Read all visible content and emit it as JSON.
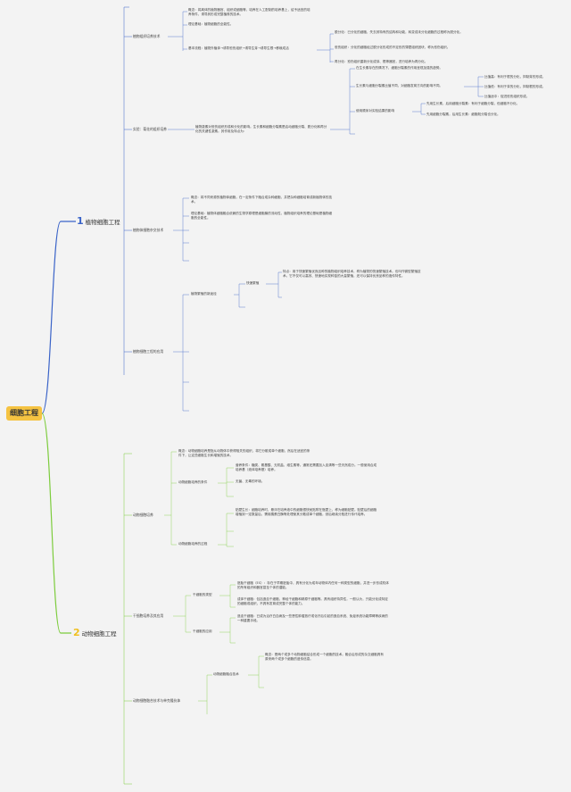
{
  "root": "细胞工程",
  "b1": {
    "num": "1",
    "label": "植物细胞工程",
    "color": "#3a63c8"
  },
  "b2": {
    "num": "2",
    "label": "动物细胞工程",
    "color": "#f0c020"
  },
  "n1_1": "植物组织培养技术",
  "n1_1a": "概念：将离体的植物器官、组织或细胞等，培养在人工配制的培养基上，给予适宜的培养条件，诱导其形成完整植株的技术。",
  "n1_1b": "理论基础：植物细胞的全能性。",
  "n1_1c": "基本流程：植物外植体→诱导愈伤组织→诱导生芽→诱导生根→移栽成活",
  "n1_1c1": "脱分化：已分化的细胞，失去其特有的结构和功能，转变成未分化细胞的过程称为脱分化。",
  "n1_1c2": "愈伤组织：分化的细胞经过脱分化形成的不定形的薄壁组织团块，称为愈伤组织。",
  "n1_1c3": "再分化：愈伤组织重新分化成芽、根等器官，进行培养为再分化。",
  "n1_2": "实验：菊花的组织培养",
  "n1_2a": "植物激素对愈伤组织形成和分化的影响。生长素和细胞分裂素是启动细胞分裂、脱分化和再分化的关键性激素。其作用及特点为：",
  "n1_2a1": "在生长素存在的情况下，细胞分裂素的作用呈现加强的趋势。",
  "n1_2a2": "生长素与细胞分裂素比值不同，对细胞发育方向的影响不同。",
  "n1_2a2a": "比值高：有利于根的分化，抑制芽的形成。",
  "n1_2a2b": "比值低：有利于芽的分化，抑制根的形成。",
  "n1_2a2c": "比值适中：促进愈伤组织形成。",
  "n1_2a3": "使用顺序对实验结果的影响",
  "n1_2a3a": "先用生长素，后用细胞分裂素：有利于细胞分裂，但细胞不分化。",
  "n1_2a3b": "先用细胞分裂素，后用生长素：细胞既分裂也分化。",
  "n1_3": "植物体细胞杂交技术",
  "n1_3a": "概念：将不同来源的植物体细胞，在一定条件下融合成杂种细胞，并把杂种细胞培育成新植物体的技术。",
  "n1_3b": "理论基础：植物体细胞融合依赖的生物学原理是细胞膜的流动性，植物组织培养的理论基础是植物细胞的全能性。",
  "n1_4": "植物细胞工程的应用",
  "n1_4a": "植物繁殖的新途径",
  "n1_4a1": "快速繁殖",
  "n1_4a1a": "特点：用于快速繁殖优良品种的植物组织培养技术，称为植物的快速繁殖技术。也叫作微型繁殖技术。它不仅可以高效、快速地实现种苗的大量繁殖，还可以保持优良品种的遗传特性。",
  "n2_1": "动物细胞培养",
  "n2_1a": "概念：动物细胞培养是指从动物体中获得相关的组织，将它分散成单个细胞，然后在适宜的条件下，让这些细胞生长和增殖的技术。",
  "n2_1b": "动物细胞培养的条件",
  "n2_1b1": "营养条件：糖类、氨基酸、无机盐、维生素等。通常还需要加入血清等一些天然成分。一般使用合成培养基（液体培养基）培养。",
  "n2_1b2": "无菌、无毒的环境。",
  "n2_1c": "动物细胞培养的过程",
  "n2_1c1": "贴壁生长：细胞培养时，悬浮在培养液中的细胞很快就贴附在瓶壁上，称为细胞贴壁。贴壁后的细胞增殖到一定数量后，需用胰蛋白酶等处理使其分散成单个细胞，然后继续分瓶进行传代培养。",
  "n2_2": "干细胞培养及其应用",
  "n2_2a": "干细胞的类型",
  "n2_2a1": "胚胎干细胞（ES）：存在于早期胚胎中，具有分化为成年动物体内任何一种类型的细胞，并进一步形成机体的所有组织和器官甚至个体的潜能。",
  "n2_2a2": "成体干细胞：包括造血干细胞、神经干细胞和精原干细胞等。具有组织特异性，一般认为，只能分化成特定的细胞或组织，不具有发育成完整个体的能力。",
  "n2_2b": "干细胞的应用",
  "n2_2b1": "造血干细胞：已成为治疗白血病及一些恶性肿瘤放疗或化疗后引起的造血系统、免疫系统功能障碍等疾病的一种重要手段。",
  "n2_3": "动物细胞融合技术与单克隆抗体",
  "n2_3a": "动物细胞融合技术",
  "n2_3a1": "概念：是两个或多个动物细胞结合形成一个细胞的技术。融合后形成的杂交细胞具有原来两个或多个细胞的遗传信息。"
}
